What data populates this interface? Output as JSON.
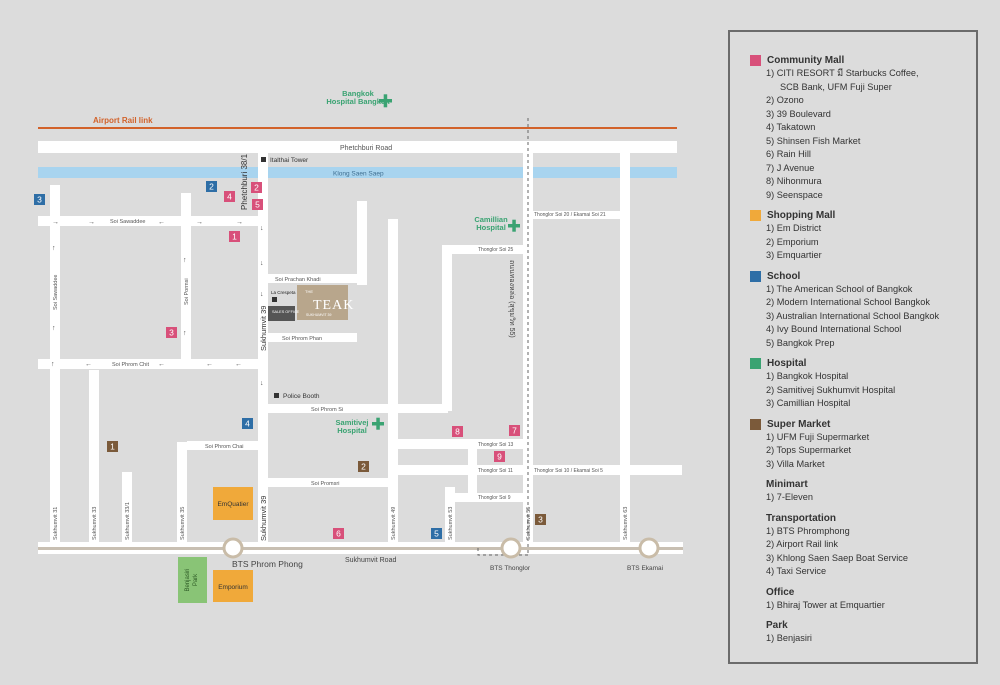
{
  "colors": {
    "community_mall": "#d8507a",
    "shopping_mall": "#f0a93a",
    "school": "#2e6ea6",
    "hospital": "#3aa372",
    "super_market": "#7b5a3a",
    "road": "#ffffff",
    "canal": "#a8d4ef",
    "rail": "#d2622a",
    "bts": "#c8bfb2",
    "teak": "#b8a68c"
  },
  "map": {
    "airport_rail_label": "Airport Rail link",
    "phetchburi_road": "Phetchburi Road",
    "khlong_label": "Klong Saen Saep",
    "sukhumvit_road": "Sukhumvit Road",
    "bts_stations": [
      "BTS Phrom Phong",
      "BTS Thonglor",
      "BTS Ekamai"
    ],
    "landmarks": {
      "bangkok_hospital": "Bangkok Hospital Bangkok",
      "camillian_hospital": "Camillian Hospital",
      "samitivej_hospital": "Samitivej Hospital",
      "italthai_tower": "Italthai Tower",
      "police_booth": "Police Booth",
      "emquatier": "EmQuatier",
      "emporium": "Emporium",
      "benjasiri_park": "Benjasiri Park",
      "la_cresta": "La Crespeta",
      "sales_office": "SALES OFFICE",
      "teak_small": "THE",
      "teak_title": "TEAK",
      "teak_sub": "SUKHUMVIT 39"
    },
    "streets": {
      "soi_sawaddee": "Soi Sawaddee",
      "soi_sawaddee_v": "Soi Sawaddee",
      "soi_pormsi": "Soi Pormsi",
      "phetchburi_38": "Phetchburi 38/1",
      "soi_prachan_khadi": "Soi Prachan Khadi",
      "soi_phrom_phan": "Soi Phrom Phan",
      "soi_phrom_chit": "Soi Phrom Chit",
      "sukhumvit_39_a": "Sukhumvit 39",
      "sukhumvit_39_b": "Sukhumvit 39",
      "soi_phrom_si": "Soi Phrom Si",
      "soi_phrom_chai": "Soi Phrom Chai",
      "soi_promsri": "Soi Promsri",
      "thonglor_20": "Thonglor Soi 20 / Ekamai Soi 21",
      "thonglor_25": "Thonglor Soi 25",
      "thonglor_13": "Thonglor Soi 13",
      "thonglor_11": "Thonglor Soi 11",
      "thonglor_10": "Thonglor Soi 10 / Ekamai Soi 5",
      "thonglor_9": "Thonglor Soi 9",
      "thai_thonglor": "ถนนทองหล่อ (สุขุมวิท 55)",
      "sukhumvit_31": "Sukhumvit 31",
      "sukhumvit_33": "Sukhumvit 33",
      "sukhumvit_33_1": "Sukhumvit 33/1",
      "sukhumvit_35": "Sukhumvit 35",
      "sukhumvit_49": "Sukhumvit 49",
      "sukhumvit_53": "Sukhumvit 53",
      "sukhumvit_55": "Sukhumvit 55",
      "sukhumvit_63": "Sukhumvit 63"
    },
    "markers": [
      {
        "n": "3",
        "cat": "school"
      },
      {
        "n": "2",
        "cat": "school"
      },
      {
        "n": "2",
        "cat": "community_mall"
      },
      {
        "n": "4",
        "cat": "community_mall"
      },
      {
        "n": "5",
        "cat": "community_mall"
      },
      {
        "n": "1",
        "cat": "community_mall"
      },
      {
        "n": "3",
        "cat": "community_mall"
      },
      {
        "n": "4",
        "cat": "school"
      },
      {
        "n": "1",
        "cat": "super_market"
      },
      {
        "n": "2",
        "cat": "super_market"
      },
      {
        "n": "8",
        "cat": "community_mall"
      },
      {
        "n": "7",
        "cat": "community_mall"
      },
      {
        "n": "9",
        "cat": "community_mall"
      },
      {
        "n": "6",
        "cat": "community_mall"
      },
      {
        "n": "5",
        "cat": "school"
      },
      {
        "n": "3",
        "cat": "super_market"
      }
    ]
  },
  "legend": {
    "sections": [
      {
        "title": "Community Mall",
        "color_key": "community_mall",
        "items": [
          "1) CITI RESORT มี Starbucks Coffee,",
          "SCB Bank, UFM Fuji Super",
          "2) Ozono",
          "3) 39 Boulevard",
          "4) Takatown",
          "5) Shinsen Fish Market",
          "6) Rain Hill",
          "7) J Avenue",
          "8) Nihonmura",
          "9) Seenspace"
        ]
      },
      {
        "title": "Shopping Mall",
        "color_key": "shopping_mall",
        "items": [
          "1) Em District",
          "2) Emporium",
          "3) Emquartier"
        ]
      },
      {
        "title": "School",
        "color_key": "school",
        "items": [
          "1) The American School of Bangkok",
          "2) Modern International School Bangkok",
          "3) Australian International School Bangkok",
          "4) Ivy Bound International School",
          "5) Bangkok Prep"
        ]
      },
      {
        "title": "Hospital",
        "color_key": "hospital",
        "items": [
          "1) Bangkok Hospital",
          "2) Samitivej Sukhumvit Hospital",
          "3) Camillian Hospital"
        ]
      },
      {
        "title": "Super Market",
        "color_key": "super_market",
        "items": [
          "1) UFM Fuji Supermarket",
          "2) Tops Supermarket",
          "3) Villa Market"
        ]
      },
      {
        "title": "Minimart",
        "color_key": "",
        "items": [
          "1) 7-Eleven"
        ]
      },
      {
        "title": "Transportation",
        "color_key": "",
        "items": [
          "1) BTS Phromphong",
          "2) Airport Rail link",
          "3) Khlong Saen Saep Boat Service",
          "4) Taxi Service"
        ]
      },
      {
        "title": "Office",
        "color_key": "",
        "items": [
          "1) Bhiraj Tower at Emquartier"
        ]
      },
      {
        "title": "Park",
        "color_key": "",
        "items": [
          "1) Benjasiri"
        ]
      }
    ]
  }
}
